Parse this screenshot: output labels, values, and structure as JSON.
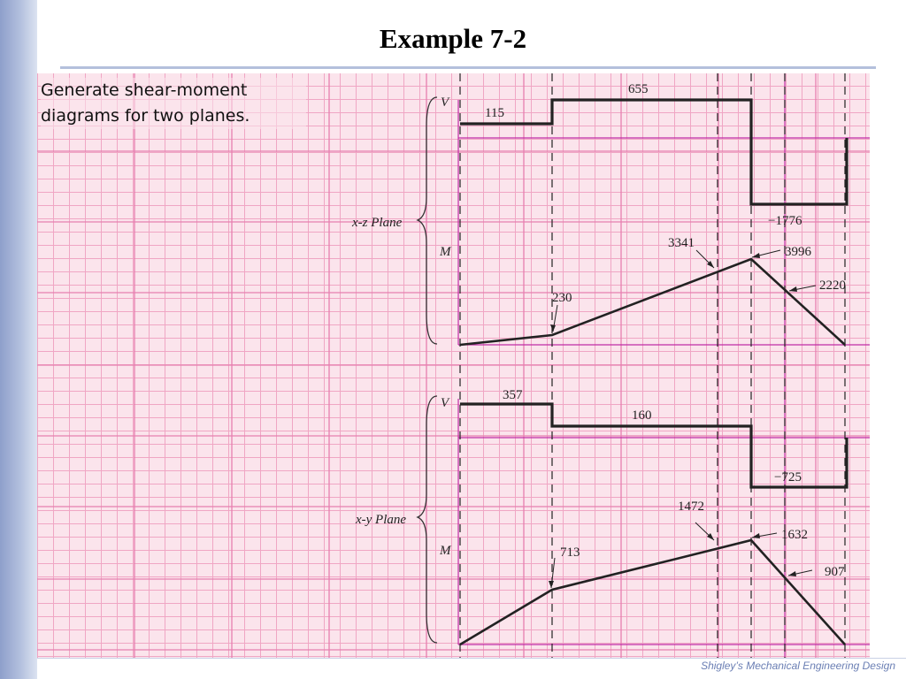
{
  "slide": {
    "title": "Example 7-2",
    "intro_line1": "Generate shear-moment",
    "intro_line2": "diagrams for two planes.",
    "footer": "Shigley’s Mechanical Engineering Design"
  },
  "diagram": {
    "xz_plane": {
      "label": "x-z Plane",
      "shear_label": "V",
      "moment_label": "M",
      "shear_values": [
        "115",
        "655",
        "−1776"
      ],
      "moment_values": [
        "230",
        "3341",
        "3996",
        "2220"
      ]
    },
    "xy_plane": {
      "label": "x-y Plane",
      "shear_label": "V",
      "moment_label": "M",
      "shear_values": [
        "357",
        "160",
        "−725"
      ],
      "moment_values": [
        "713",
        "1472",
        "1632",
        "907"
      ]
    }
  },
  "colors": {
    "grid_background": "#fbe4ec",
    "grid_line": "#f0a6c4",
    "major_grid_line": "#e77fb0",
    "baseline": "#c02ca6",
    "diagram_stroke": "#222222",
    "footer_text": "#6b7fb4"
  }
}
